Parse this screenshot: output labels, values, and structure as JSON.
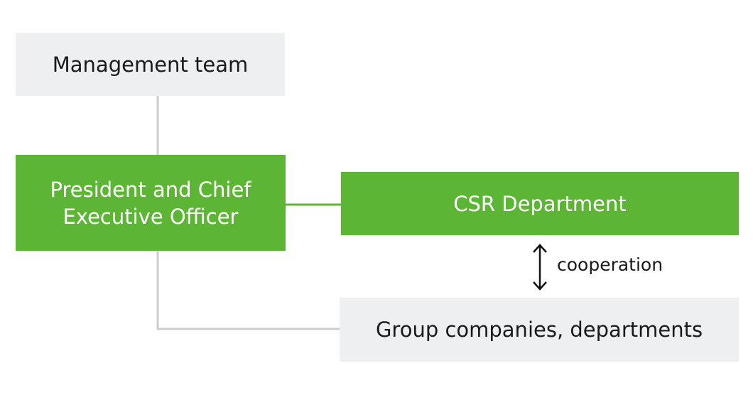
{
  "nodes": {
    "management_team": "Management team",
    "ceo": "President and Chief\nExecutive Officer",
    "csr_department": "CSR Department",
    "group_companies": "Group companies, departments"
  },
  "relation": {
    "label": "cooperation"
  },
  "colors": {
    "green": "#5db535",
    "gray_box": "#eeeff1",
    "line_gray": "#cccccc",
    "line_green": "#5db535"
  }
}
